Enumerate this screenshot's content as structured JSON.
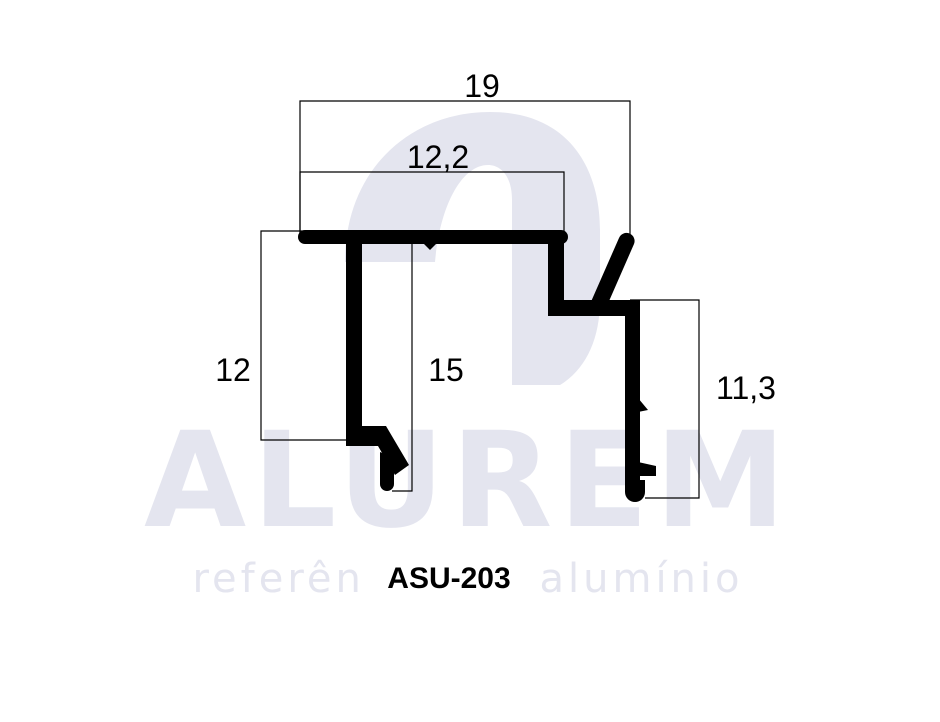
{
  "watermark": {
    "brand": "ALUREM",
    "tagline": "referência em alumínio",
    "color": "#e4e5ef"
  },
  "product": {
    "code": "ASU-203"
  },
  "dimensions": {
    "total_width": "19",
    "inner_width": "12,2",
    "left_height": "12",
    "stem_height": "15",
    "right_height": "11,3"
  },
  "colors": {
    "profile": "#000000",
    "dimension_line": "#000000"
  }
}
